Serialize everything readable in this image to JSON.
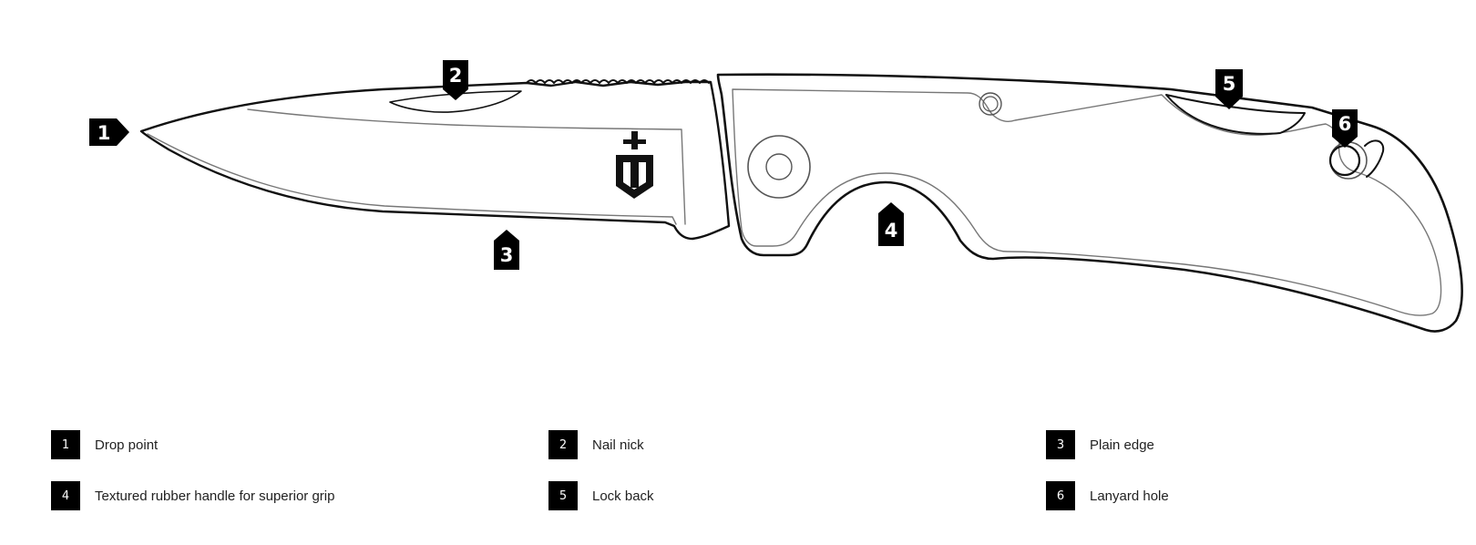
{
  "callouts": [
    {
      "number": "1",
      "label": "Drop point"
    },
    {
      "number": "2",
      "label": "Nail nick"
    },
    {
      "number": "3",
      "label": "Plain edge"
    },
    {
      "number": "4",
      "label": "Textured rubber handle for superior grip"
    },
    {
      "number": "5",
      "label": "Lock back"
    },
    {
      "number": "6",
      "label": "Lanyard hole"
    }
  ],
  "colors": {
    "outline": "#111111",
    "inner_line": "#777777",
    "badge": "#000000",
    "badge_text": "#ffffff"
  },
  "icons": {
    "brand_mark": "gerber-logo-icon"
  }
}
